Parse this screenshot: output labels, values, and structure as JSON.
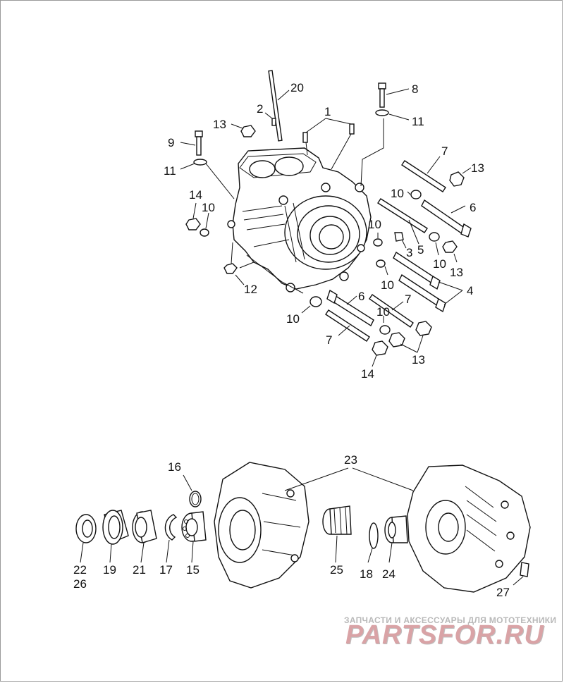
{
  "diagram": {
    "labels": [
      {
        "id": "1",
        "text": "1"
      },
      {
        "id": "2",
        "text": "2"
      },
      {
        "id": "3",
        "text": "3"
      },
      {
        "id": "4",
        "text": "4"
      },
      {
        "id": "5",
        "text": "5"
      },
      {
        "id": "6a",
        "text": "6"
      },
      {
        "id": "6b",
        "text": "6"
      },
      {
        "id": "7a",
        "text": "7"
      },
      {
        "id": "7b",
        "text": "7"
      },
      {
        "id": "7c",
        "text": "7"
      },
      {
        "id": "8",
        "text": "8"
      },
      {
        "id": "9",
        "text": "9"
      },
      {
        "id": "10a",
        "text": "10"
      },
      {
        "id": "10b",
        "text": "10"
      },
      {
        "id": "10c",
        "text": "10"
      },
      {
        "id": "10d",
        "text": "10"
      },
      {
        "id": "10e",
        "text": "10"
      },
      {
        "id": "10f",
        "text": "10"
      },
      {
        "id": "10g",
        "text": "10"
      },
      {
        "id": "11a",
        "text": "11"
      },
      {
        "id": "11b",
        "text": "11"
      },
      {
        "id": "12",
        "text": "12"
      },
      {
        "id": "13a",
        "text": "13"
      },
      {
        "id": "13b",
        "text": "13"
      },
      {
        "id": "13c",
        "text": "13"
      },
      {
        "id": "13d",
        "text": "13"
      },
      {
        "id": "14a",
        "text": "14"
      },
      {
        "id": "14b",
        "text": "14"
      },
      {
        "id": "20",
        "text": "20"
      },
      {
        "id": "16",
        "text": "16"
      },
      {
        "id": "23",
        "text": "23"
      },
      {
        "id": "22",
        "text": "22"
      },
      {
        "id": "26",
        "text": "26"
      },
      {
        "id": "19",
        "text": "19"
      },
      {
        "id": "21",
        "text": "21"
      },
      {
        "id": "17",
        "text": "17"
      },
      {
        "id": "15",
        "text": "15"
      },
      {
        "id": "25",
        "text": "25"
      },
      {
        "id": "18",
        "text": "18"
      },
      {
        "id": "24",
        "text": "24"
      },
      {
        "id": "27",
        "text": "27"
      }
    ]
  },
  "watermark": {
    "tagline": "ЗАПЧАСТИ И АКСЕССУАРЫ ДЛЯ МОТОТЕХНИКИ",
    "logo": "PARTSFOR.RU"
  }
}
